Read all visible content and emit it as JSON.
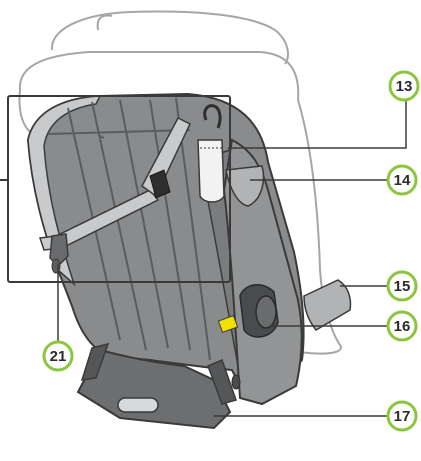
{
  "callouts": [
    {
      "id": "c13",
      "label": "13"
    },
    {
      "id": "c14",
      "label": "14"
    },
    {
      "id": "c15",
      "label": "15"
    },
    {
      "id": "c16",
      "label": "16"
    },
    {
      "id": "c17",
      "label": "17"
    },
    {
      "id": "c21",
      "label": "21"
    }
  ],
  "colors": {
    "callout_ring": "#8cc63f",
    "shell_gray": "#8a8b8d",
    "light_gray": "#c9cacc",
    "outline": "#3a3a3a",
    "indicator_yellow": "#f2e100"
  }
}
